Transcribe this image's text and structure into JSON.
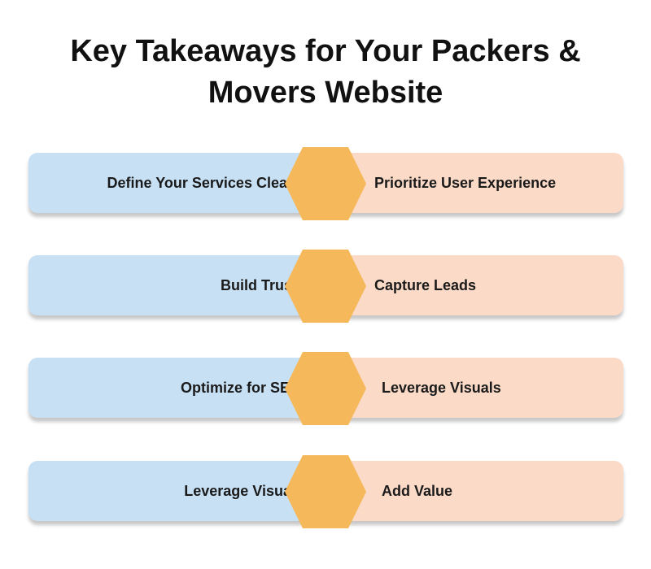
{
  "title": {
    "line1": "Key Takeaways for Your Packers &",
    "line2": "Movers Website"
  },
  "colors": {
    "left_panel": "#c8e0f4",
    "right_panel": "#fbdbc8",
    "hexagon": "#f5b95c",
    "text": "#1a1a1a"
  },
  "rows": [
    {
      "left": "Define Your Services Clearly",
      "right": "Prioritize User Experience"
    },
    {
      "left": "Build Trust",
      "right": "Capture Leads"
    },
    {
      "left": "Optimize for SEO",
      "right": "Leverage Visuals"
    },
    {
      "left": "Leverage Visuals",
      "right": "Add Value"
    }
  ]
}
